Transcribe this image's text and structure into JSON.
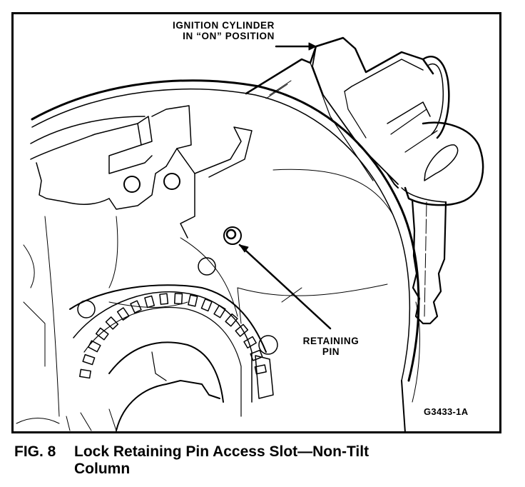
{
  "figure": {
    "number_label": "FIG. 8",
    "title_line1": "Lock Retaining Pin Access Slot—Non-Tilt",
    "title_line2": "Column",
    "drawing_code": "G3433-1A"
  },
  "callouts": {
    "ignition": {
      "line1": "IGNITION CYLINDER",
      "line2": "IN “ON” POSITION"
    },
    "retaining_pin": {
      "line1": "RETAINING",
      "line2": "PIN"
    }
  },
  "colors": {
    "ink": "#000000",
    "paper": "#ffffff"
  }
}
